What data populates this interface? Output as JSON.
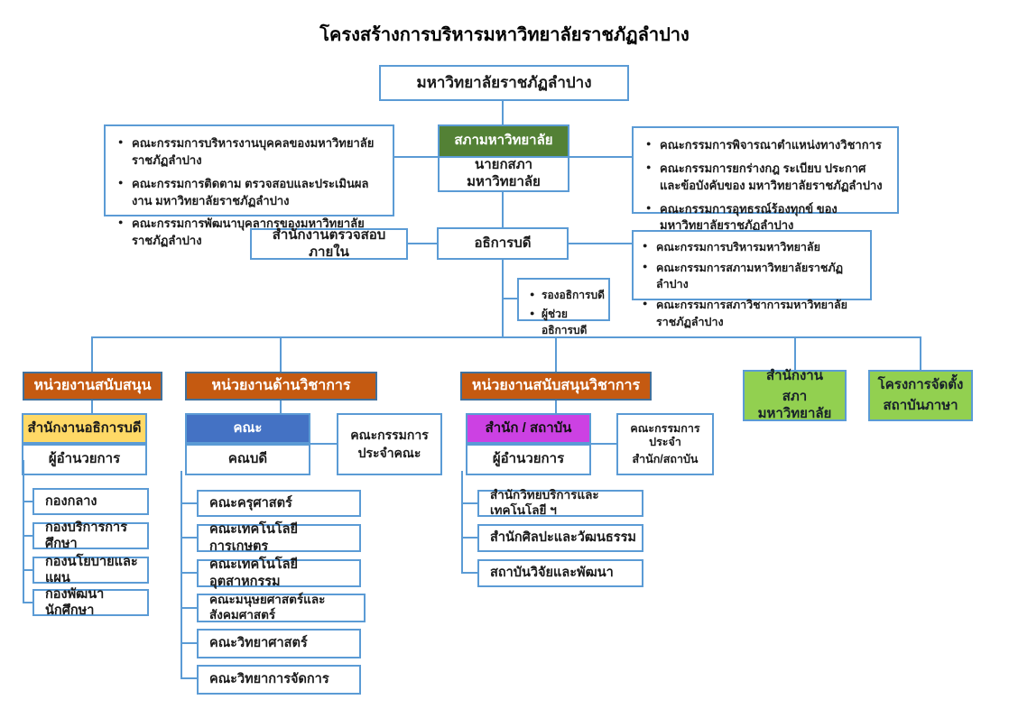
{
  "title": "โครงสร้างการบริหารมหาวิทยาลัยราชภัฏลำปาง",
  "top": {
    "university": "มหาวิทยาลัยราชภัฏลำปาง",
    "council": "สภามหาวิทยาลัย",
    "council_president": "นายกสภามหาวิทยาลัย",
    "president": "อธิการบดี",
    "internal_audit": "สำนักงานตรวจสอบภายใน"
  },
  "committees_personnel": [
    "คณะกรรมการบริหารงานบุคคลของมหาวิทยาลัยราชภัฏลำปาง",
    "คณะกรรมการติดตาม ตรวจสอบและประเมินผลงาน มหาวิทยาลัยราชภัฏลำปาง",
    "คณะกรรมการพัฒนาบุคลากรของมหาวิทยาลัยราชภัฏลำปาง"
  ],
  "committees_academic": [
    "คณะกรรมการพิจารณาตำแหน่งทางวิชาการ",
    "คณะกรรมการยกร่างกฎ ระเบียบ ประกาศ และข้อบังคับของ มหาวิทยาลัยราชภัฏลำปาง",
    "คณะกรรมการอุทธรณ์ร้องทุกข์ ของมหาวิทยาลัยราชภัฏลำปาง"
  ],
  "committees_admin": [
    "คณะกรรมการบริหารมหาวิทยาลัย",
    "คณะกรรมการสภามหาวิทยาลัยราชภัฏลำปาง",
    "คณะกรรมการสภาวิชาการมหาวิทยาลัยราชภัฏลำปาง"
  ],
  "deputies": [
    "รองอธิการบดี",
    "ผู้ช่วยอธิการบดี"
  ],
  "branch_support": {
    "header": "หน่วยงานสนับสนุน",
    "office": "สำนักงานอธิการบดี",
    "director": "ผู้อำนวยการ",
    "units": [
      "กองกลาง",
      "กองบริการการศึกษา",
      "กองนโยบายและแผน",
      "กองพัฒนานักศึกษา"
    ]
  },
  "branch_academic": {
    "header": "หน่วยงานด้านวิชาการ",
    "office": "คณะ",
    "director": "คณบดี",
    "committee_line1": "คณะกรรมการ",
    "committee_line2": "ประจำคณะ",
    "units": [
      "คณะครุศาสตร์",
      "คณะเทคโนโลยีการเกษตร",
      "คณะเทคโนโลยีอุตสาหกรรม",
      "คณะมนุษยศาสตร์และสังคมศาสตร์",
      "คณะวิทยาศาสตร์",
      "คณะวิทยาการจัดการ"
    ]
  },
  "branch_academic_support": {
    "header": "หน่วยงานสนับสนุนวิชาการ",
    "office": "สำนัก / สถาบัน",
    "director": "ผู้อำนวยการ",
    "committee_line1": "คณะกรรมการประจำ",
    "committee_line2": "สำนัก/สถาบัน",
    "units": [
      "สำนักวิทยบริการและเทคโนโลยี ฯ",
      "สำนักศิลปะและวัฒนธรรม",
      "สถาบันวิจัยและพัฒนา"
    ]
  },
  "branch_council_office": {
    "line1": "สำนักงาน",
    "line2": "สภามหาวิทยาลัย"
  },
  "branch_language": {
    "line1": "โครงการจัดตั้ง",
    "line2": "สถาบันภาษา"
  },
  "colors": {
    "line_blue": "#5b9bd5",
    "council_green": "#538135",
    "branch_orange": "#c55a11",
    "office_yellow": "#ffd966",
    "faculty_blue": "#4472c4",
    "institute_magenta": "#cc41e3",
    "side_light_green": "#92d050"
  }
}
